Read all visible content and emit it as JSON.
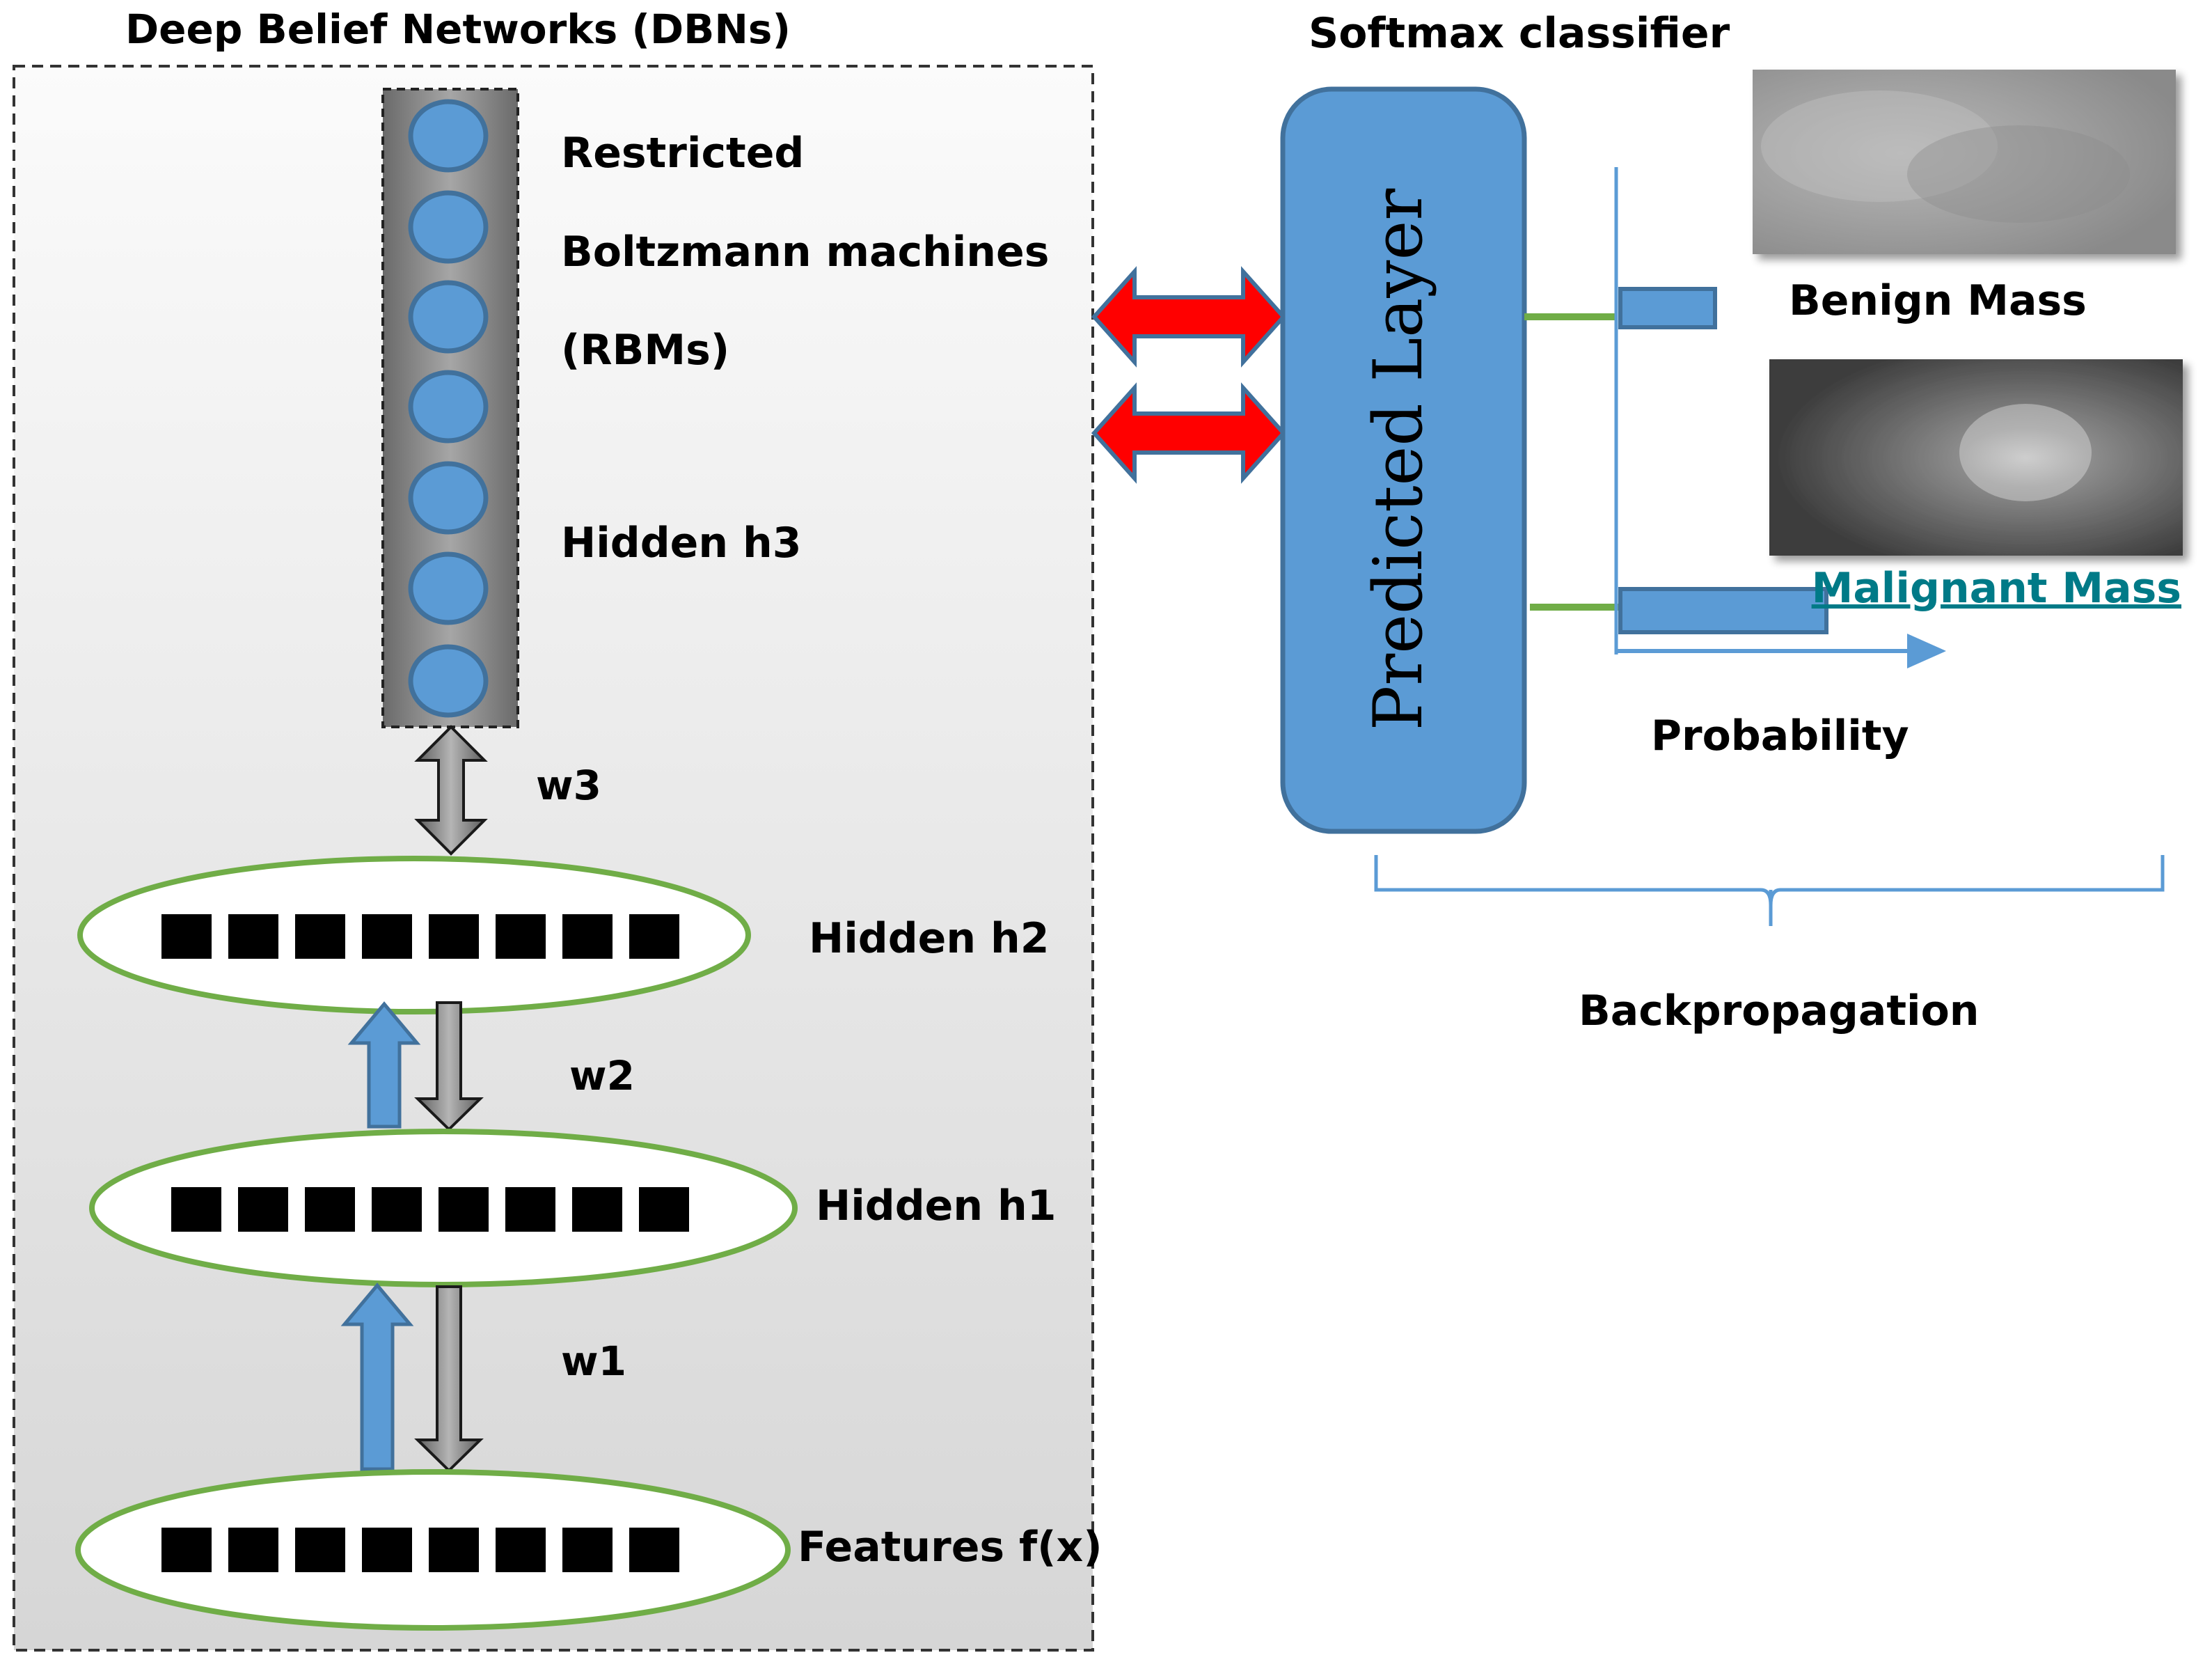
{
  "dbn": {
    "title": "Deep Belief Networks (DBNs)",
    "rbm_label_line1": "Restricted",
    "rbm_label_line2": "Boltzmann machines",
    "rbm_label_line3": "(RBMs)",
    "hidden_h3": "Hidden h3",
    "hidden_h2": "Hidden h2",
    "hidden_h1": "Hidden h1",
    "features": "Features f(x)",
    "w3": "w3",
    "w2": "w2",
    "w1": "w1"
  },
  "softmax": {
    "title": "Softmax classifier",
    "predicted_layer": "Predicted Layer",
    "benign": "Benign Mass",
    "malignant": "Malignant Mass",
    "probability": "Probability",
    "backpropagation": "Backpropagation"
  },
  "colors": {
    "node_blue": "#5b9bd5",
    "node_border": "#41719c",
    "ellipse_border": "#70ad47",
    "arrow_red": "#ff0000",
    "arrow_grey": "#808080",
    "link_text": "#007a87"
  }
}
